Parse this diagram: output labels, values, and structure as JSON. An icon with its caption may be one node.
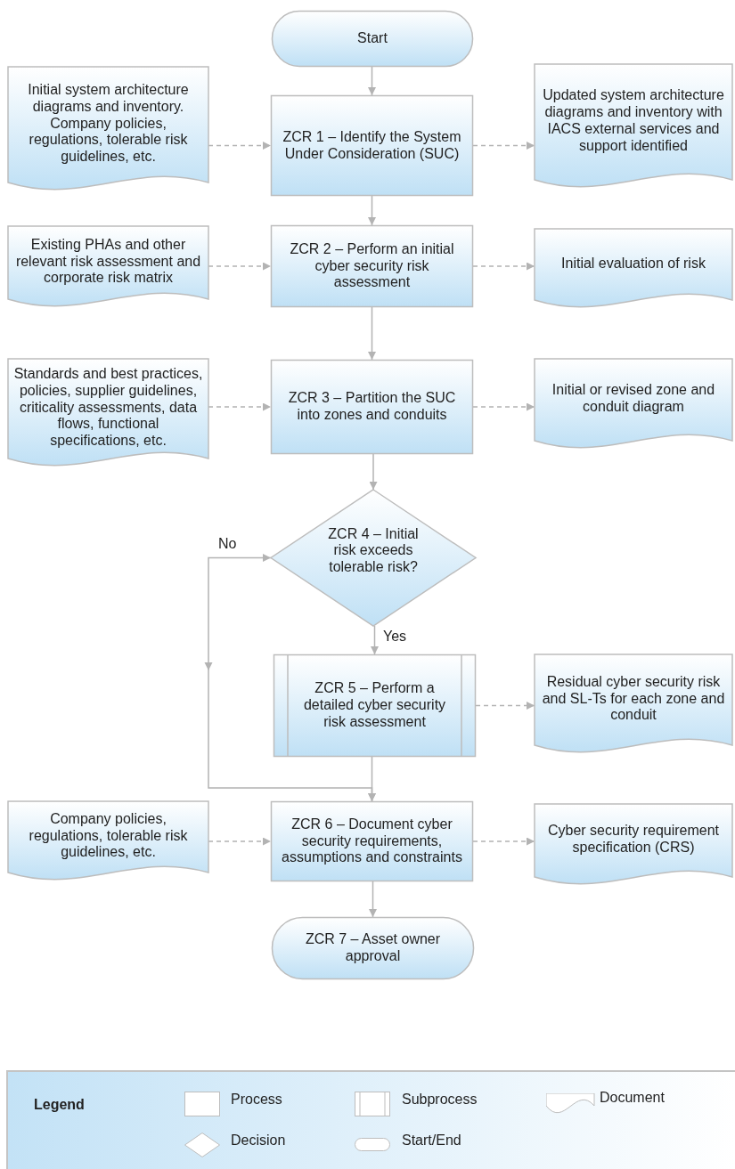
{
  "diagram": {
    "nodes": [
      {
        "text": [
          "Start"
        ]
      },
      {
        "text": [
          "Initial system architecture diagrams and inventory. Company policies, regulations, tolerable risk guidelines, etc."
        ]
      },
      {
        "text": [
          "ZCR 1 – Identify the System Under Consideration (SUC)"
        ]
      },
      {
        "text": [
          "Updated system architecture diagrams and inventory with IACS external services and support identified"
        ]
      },
      {
        "text": [
          "Existing PHAs and other relevant risk assessment and corporate risk matrix"
        ]
      },
      {
        "text": [
          "ZCR 2 – Perform an initial cyber security risk assessment"
        ]
      },
      {
        "text": [
          "Initial evaluation of risk"
        ]
      },
      {
        "text": [
          "Standards and best practices, policies, supplier guidelines, criticality assessments, data flows, functional specifications, etc."
        ]
      },
      {
        "text": [
          "ZCR 3 – Partition the SUC into zones and conduits"
        ]
      },
      {
        "text": [
          "Initial or revised zone and conduit diagram"
        ]
      },
      {
        "text": [
          "ZCR 4 – Initial risk exceeds tolerable risk?"
        ]
      },
      {
        "text": [
          "ZCR 5 – Perform a detailed cyber security risk assessment"
        ]
      },
      {
        "text": [
          "Residual cyber security risk and SL-Ts for each zone and conduit"
        ]
      },
      {
        "text": [
          "Company policies, regulations, tolerable risk guidelines, etc."
        ]
      },
      {
        "text": [
          "ZCR 6 – Document cyber security requirements, assumptions and constraints"
        ]
      },
      {
        "text": [
          "Cyber security requirement specification (CRS)"
        ]
      },
      {
        "text": [
          "ZCR 7 – Asset owner approval"
        ]
      }
    ],
    "edges": [
      {
        "from": 0,
        "to": 2,
        "arrow": "to"
      },
      {
        "from": 1,
        "to": 2,
        "arrow": "to",
        "style": "dashed"
      },
      {
        "from": 2,
        "to": 3,
        "arrow": "to",
        "style": "dashed"
      },
      {
        "from": 2,
        "to": 5,
        "arrow": "to"
      },
      {
        "from": 4,
        "to": 5,
        "arrow": "to",
        "style": "dashed"
      },
      {
        "from": 5,
        "to": 6,
        "arrow": "to",
        "style": "dashed"
      },
      {
        "from": 5,
        "to": 8,
        "arrow": "to"
      },
      {
        "from": 7,
        "to": 8,
        "arrow": "to",
        "style": "dashed"
      },
      {
        "from": 8,
        "to": 9,
        "arrow": "to",
        "style": "dashed"
      },
      {
        "from": 8,
        "to": 10,
        "arrow": "to"
      },
      {
        "from": 10,
        "to": 11,
        "arrow": "to",
        "label": "Yes"
      },
      {
        "from": 10,
        "to": 14,
        "arrow": "both",
        "label": "No"
      },
      {
        "from": 11,
        "to": 12,
        "arrow": "to",
        "style": "dashed"
      },
      {
        "from": 11,
        "to": 14,
        "arrow": "to"
      },
      {
        "from": 13,
        "to": 14,
        "arrow": "to",
        "style": "dashed"
      },
      {
        "from": 14,
        "to": 15,
        "arrow": "to",
        "style": "dashed"
      },
      {
        "from": 14,
        "to": 16,
        "arrow": "to"
      }
    ],
    "labels": [
      "Legend"
    ],
    "legend": [
      {
        "text": "Process"
      },
      {
        "text": "Subprocess"
      },
      {
        "text": "Document"
      },
      {
        "text": "Decision"
      },
      {
        "text": "Start/End"
      }
    ]
  }
}
